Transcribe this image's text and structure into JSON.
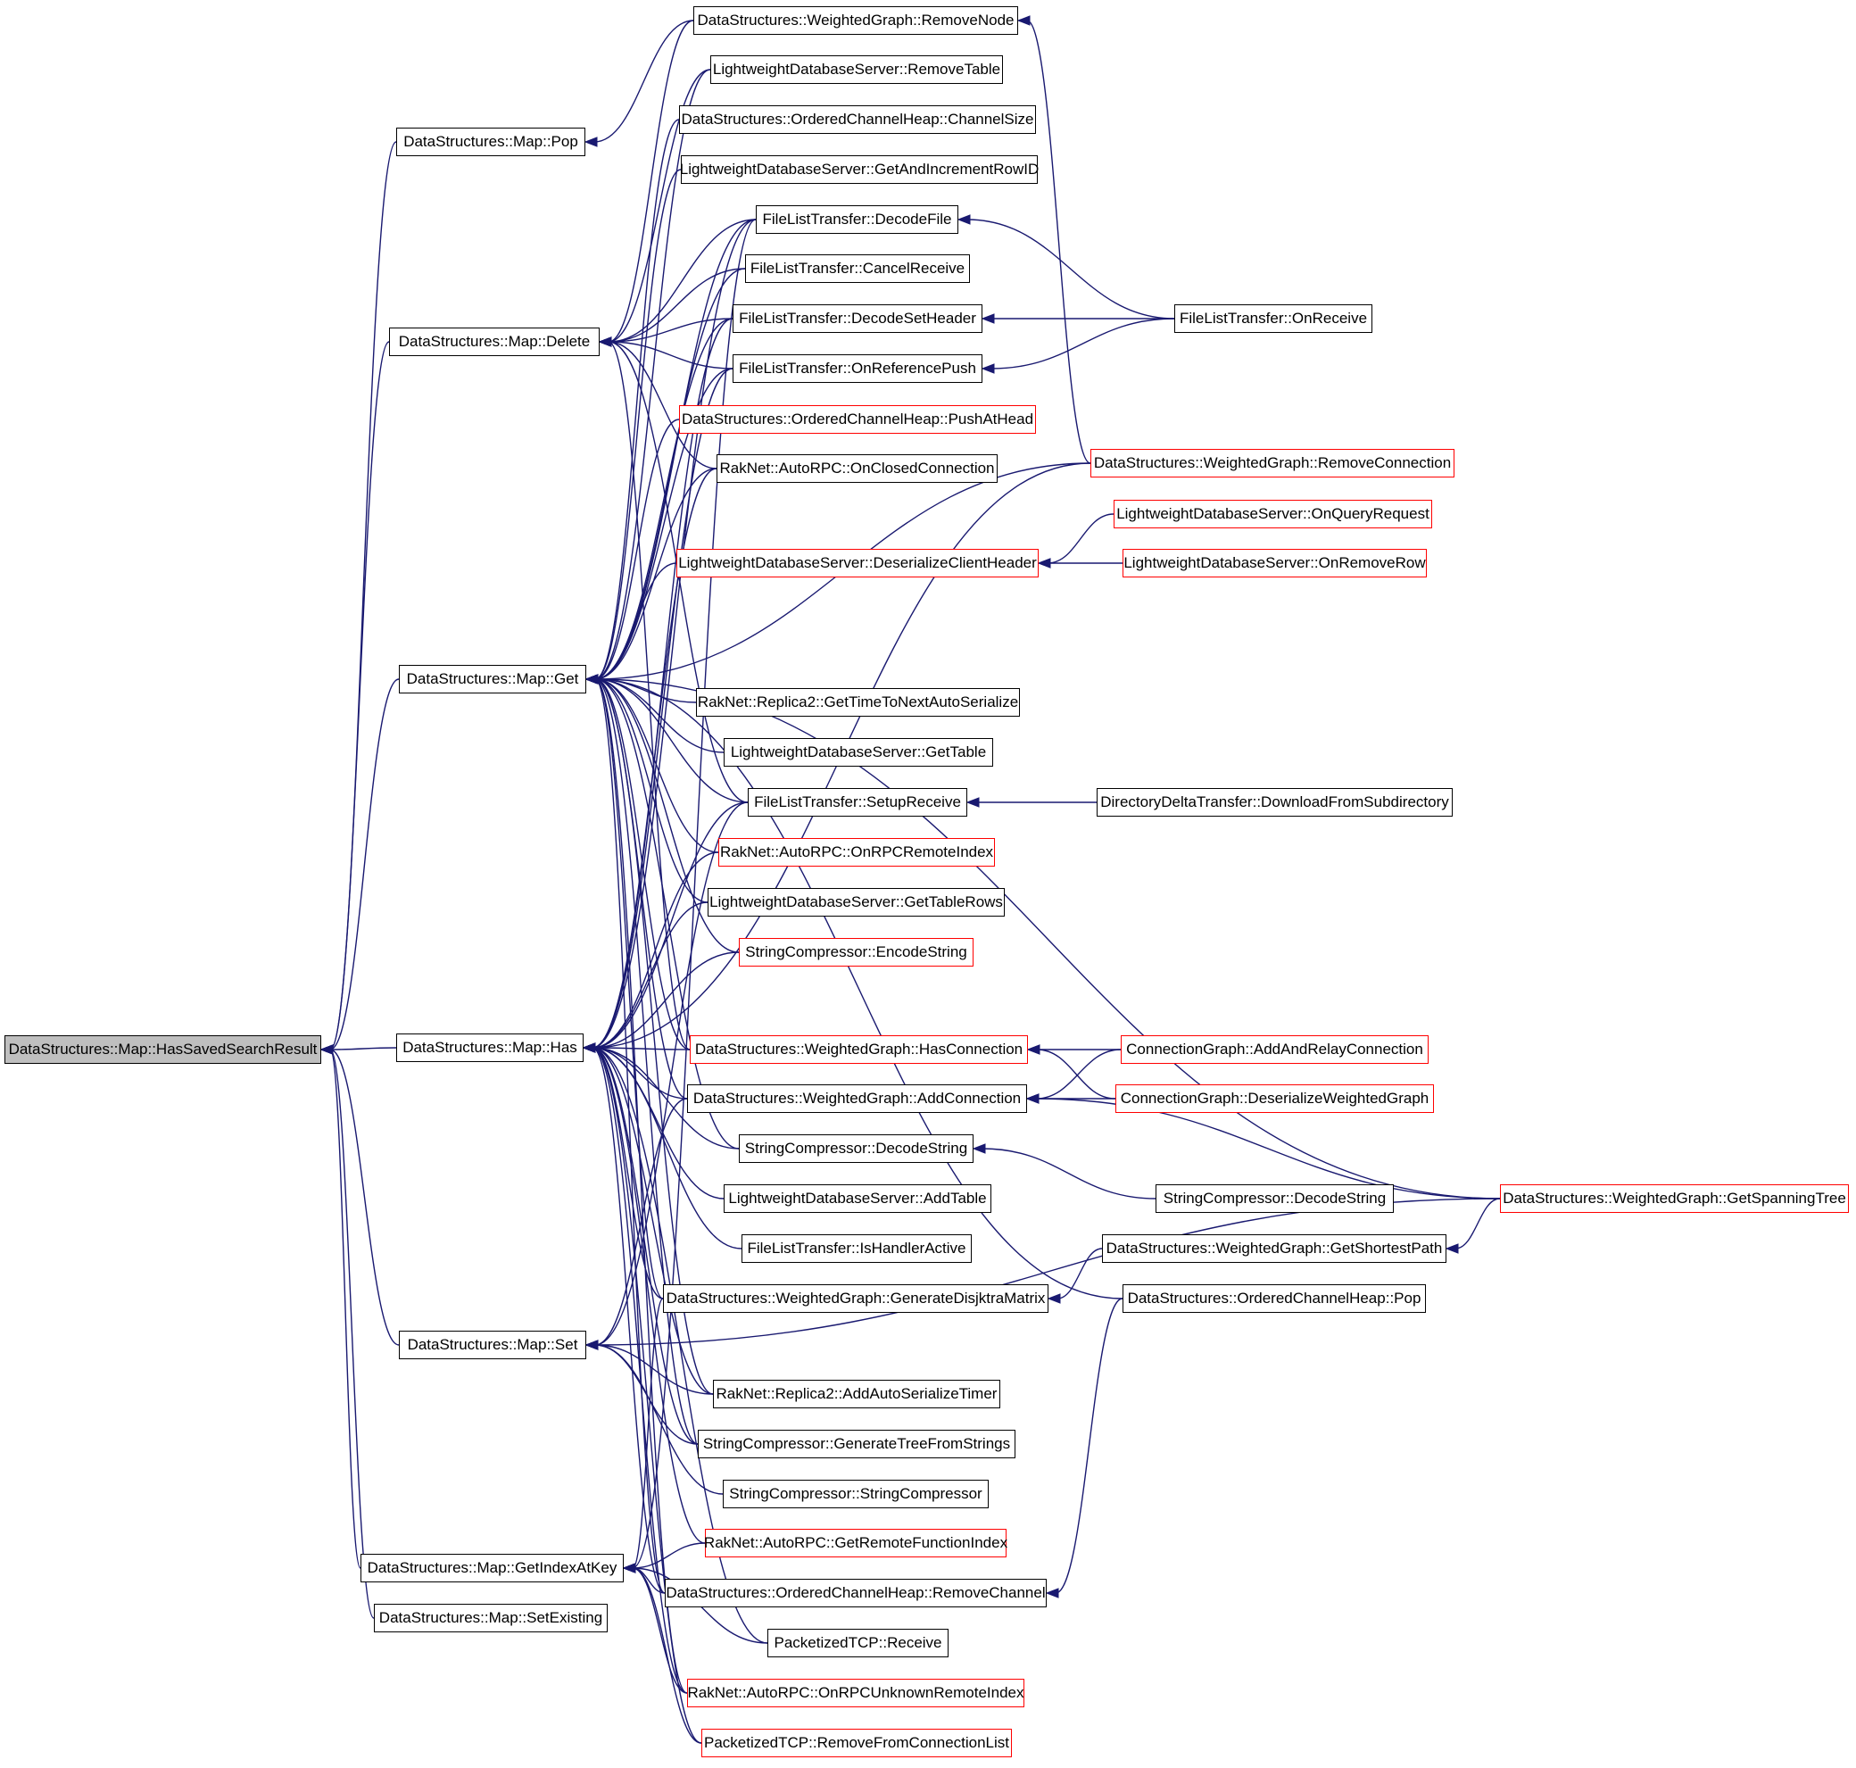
{
  "colors": {
    "edge": "#191970",
    "node_border": "#000000",
    "truncated_border": "#ff0000",
    "focus_fill": "#bfbfbf"
  },
  "nodes": [
    {
      "id": "hsr",
      "label": "DataStructures::Map::HasSavedSearchResult",
      "focus": true
    },
    {
      "id": "pop",
      "label": "DataStructures::Map::Pop"
    },
    {
      "id": "del",
      "label": "DataStructures::Map::Delete"
    },
    {
      "id": "get",
      "label": "DataStructures::Map::Get"
    },
    {
      "id": "has",
      "label": "DataStructures::Map::Has"
    },
    {
      "id": "set",
      "label": "DataStructures::Map::Set"
    },
    {
      "id": "giak",
      "label": "DataStructures::Map::GetIndexAtKey"
    },
    {
      "id": "sete",
      "label": "DataStructures::Map::SetExisting"
    },
    {
      "id": "wg_rn",
      "label": "DataStructures::WeightedGraph::RemoveNode"
    },
    {
      "id": "lds_rt",
      "label": "LightweightDatabaseServer::RemoveTable"
    },
    {
      "id": "och_cs",
      "label": "DataStructures::OrderedChannelHeap::ChannelSize"
    },
    {
      "id": "lds_gair",
      "label": "LightweightDatabaseServer::GetAndIncrementRowID"
    },
    {
      "id": "flt_df",
      "label": "FileListTransfer::DecodeFile"
    },
    {
      "id": "flt_cr",
      "label": "FileListTransfer::CancelReceive"
    },
    {
      "id": "flt_dsh",
      "label": "FileListTransfer::DecodeSetHeader"
    },
    {
      "id": "flt_orp",
      "label": "FileListTransfer::OnReferencePush"
    },
    {
      "id": "och_pah",
      "label": "DataStructures::OrderedChannelHeap::PushAtHead",
      "truncated": true
    },
    {
      "id": "arpc_occ",
      "label": "RakNet::AutoRPC::OnClosedConnection"
    },
    {
      "id": "lds_dch",
      "label": "LightweightDatabaseServer::DeserializeClientHeader",
      "truncated": true
    },
    {
      "id": "rep_gttnas",
      "label": "RakNet::Replica2::GetTimeToNextAutoSerialize"
    },
    {
      "id": "lds_gt",
      "label": "LightweightDatabaseServer::GetTable"
    },
    {
      "id": "flt_sr",
      "label": "FileListTransfer::SetupReceive"
    },
    {
      "id": "arpc_orri",
      "label": "RakNet::AutoRPC::OnRPCRemoteIndex",
      "truncated": true
    },
    {
      "id": "lds_gtr",
      "label": "LightweightDatabaseServer::GetTableRows"
    },
    {
      "id": "sc_es",
      "label": "StringCompressor::EncodeString",
      "truncated": true
    },
    {
      "id": "wg_hc",
      "label": "DataStructures::WeightedGraph::HasConnection",
      "truncated": true
    },
    {
      "id": "wg_ac",
      "label": "DataStructures::WeightedGraph::AddConnection"
    },
    {
      "id": "sc_ds",
      "label": "StringCompressor::DecodeString"
    },
    {
      "id": "lds_at",
      "label": "LightweightDatabaseServer::AddTable"
    },
    {
      "id": "flt_iha",
      "label": "FileListTransfer::IsHandlerActive"
    },
    {
      "id": "wg_gdm",
      "label": "DataStructures::WeightedGraph::GenerateDisjktraMatrix"
    },
    {
      "id": "rep_aast",
      "label": "RakNet::Replica2::AddAutoSerializeTimer"
    },
    {
      "id": "sc_gtfs",
      "label": "StringCompressor::GenerateTreeFromStrings"
    },
    {
      "id": "sc_sc",
      "label": "StringCompressor::StringCompressor"
    },
    {
      "id": "arpc_grfi",
      "label": "RakNet::AutoRPC::GetRemoteFunctionIndex",
      "truncated": true
    },
    {
      "id": "och_rc",
      "label": "DataStructures::OrderedChannelHeap::RemoveChannel"
    },
    {
      "id": "ptcp_r",
      "label": "PacketizedTCP::Receive"
    },
    {
      "id": "arpc_orur",
      "label": "RakNet::AutoRPC::OnRPCUnknownRemoteIndex",
      "truncated": true
    },
    {
      "id": "ptcp_rfcl",
      "label": "PacketizedTCP::RemoveFromConnectionList",
      "truncated": true
    },
    {
      "id": "flt_or",
      "label": "FileListTransfer::OnReceive"
    },
    {
      "id": "wg_rc",
      "label": "DataStructures::WeightedGraph::RemoveConnection",
      "truncated": true
    },
    {
      "id": "lds_oqr",
      "label": "LightweightDatabaseServer::OnQueryRequest",
      "truncated": true
    },
    {
      "id": "lds_orr",
      "label": "LightweightDatabaseServer::OnRemoveRow",
      "truncated": true
    },
    {
      "id": "ddt_dfs",
      "label": "DirectoryDeltaTransfer::DownloadFromSubdirectory"
    },
    {
      "id": "cg_aarc",
      "label": "ConnectionGraph::AddAndRelayConnection",
      "truncated": true
    },
    {
      "id": "cg_dwg",
      "label": "ConnectionGraph::DeserializeWeightedGraph",
      "truncated": true
    },
    {
      "id": "sc_ds2",
      "label": "StringCompressor::DecodeString"
    },
    {
      "id": "wg_gsp",
      "label": "DataStructures::WeightedGraph::GetShortestPath"
    },
    {
      "id": "och_pop",
      "label": "DataStructures::OrderedChannelHeap::Pop"
    },
    {
      "id": "wg_gst",
      "label": "DataStructures::WeightedGraph::GetSpanningTree",
      "truncated": true
    }
  ],
  "edges": [
    [
      "hsr",
      "pop"
    ],
    [
      "hsr",
      "del"
    ],
    [
      "hsr",
      "get"
    ],
    [
      "hsr",
      "has"
    ],
    [
      "hsr",
      "set"
    ],
    [
      "hsr",
      "giak"
    ],
    [
      "hsr",
      "sete"
    ],
    [
      "pop",
      "wg_rn"
    ],
    [
      "del",
      "wg_rn"
    ],
    [
      "del",
      "lds_rt"
    ],
    [
      "del",
      "flt_df"
    ],
    [
      "del",
      "flt_cr"
    ],
    [
      "del",
      "flt_dsh"
    ],
    [
      "del",
      "flt_orp"
    ],
    [
      "del",
      "arpc_occ"
    ],
    [
      "del",
      "flt_sr"
    ],
    [
      "del",
      "wg_hc"
    ],
    [
      "get",
      "lds_rt"
    ],
    [
      "get",
      "och_cs"
    ],
    [
      "get",
      "lds_gair"
    ],
    [
      "get",
      "flt_df"
    ],
    [
      "get",
      "flt_cr"
    ],
    [
      "get",
      "flt_dsh"
    ],
    [
      "get",
      "flt_orp"
    ],
    [
      "get",
      "och_pah"
    ],
    [
      "get",
      "arpc_occ"
    ],
    [
      "get",
      "lds_dch"
    ],
    [
      "get",
      "rep_gttnas"
    ],
    [
      "get",
      "lds_gt"
    ],
    [
      "get",
      "flt_sr"
    ],
    [
      "get",
      "arpc_orri"
    ],
    [
      "get",
      "lds_gtr"
    ],
    [
      "get",
      "sc_es"
    ],
    [
      "get",
      "wg_hc"
    ],
    [
      "get",
      "wg_ac"
    ],
    [
      "get",
      "sc_ds"
    ],
    [
      "get",
      "wg_gdm"
    ],
    [
      "get",
      "rep_aast"
    ],
    [
      "get",
      "sc_gtfs"
    ],
    [
      "get",
      "och_rc"
    ],
    [
      "get",
      "arpc_orur"
    ],
    [
      "get",
      "wg_rc"
    ],
    [
      "get",
      "wg_gst"
    ],
    [
      "get",
      "och_pop"
    ],
    [
      "has",
      "flt_df"
    ],
    [
      "has",
      "flt_dsh"
    ],
    [
      "has",
      "flt_orp"
    ],
    [
      "has",
      "arpc_occ"
    ],
    [
      "has",
      "flt_sr"
    ],
    [
      "has",
      "arpc_orri"
    ],
    [
      "has",
      "lds_gtr"
    ],
    [
      "has",
      "sc_es"
    ],
    [
      "has",
      "wg_hc"
    ],
    [
      "has",
      "wg_ac"
    ],
    [
      "has",
      "sc_ds"
    ],
    [
      "has",
      "lds_at"
    ],
    [
      "has",
      "flt_iha"
    ],
    [
      "has",
      "wg_gdm"
    ],
    [
      "has",
      "rep_aast"
    ],
    [
      "has",
      "sc_gtfs"
    ],
    [
      "has",
      "arpc_grfi"
    ],
    [
      "has",
      "och_rc"
    ],
    [
      "has",
      "ptcp_r"
    ],
    [
      "has",
      "arpc_orur"
    ],
    [
      "has",
      "ptcp_rfcl"
    ],
    [
      "has",
      "wg_rc"
    ],
    [
      "set",
      "flt_sr"
    ],
    [
      "set",
      "wg_ac"
    ],
    [
      "set",
      "rep_aast"
    ],
    [
      "set",
      "sc_gtfs"
    ],
    [
      "set",
      "sc_sc"
    ],
    [
      "set",
      "wg_gst"
    ],
    [
      "giak",
      "wg_gdm"
    ],
    [
      "giak",
      "arpc_grfi"
    ],
    [
      "giak",
      "och_rc"
    ],
    [
      "giak",
      "ptcp_r"
    ],
    [
      "giak",
      "arpc_orur"
    ],
    [
      "giak",
      "ptcp_rfcl"
    ],
    [
      "giak",
      "flt_df"
    ],
    [
      "wg_rn",
      "wg_rc"
    ],
    [
      "flt_df",
      "flt_or"
    ],
    [
      "flt_dsh",
      "flt_or"
    ],
    [
      "flt_orp",
      "flt_or"
    ],
    [
      "lds_dch",
      "lds_oqr"
    ],
    [
      "lds_dch",
      "lds_orr"
    ],
    [
      "flt_sr",
      "ddt_dfs"
    ],
    [
      "wg_hc",
      "cg_aarc"
    ],
    [
      "wg_hc",
      "cg_dwg"
    ],
    [
      "wg_ac",
      "cg_aarc"
    ],
    [
      "wg_ac",
      "cg_dwg"
    ],
    [
      "wg_ac",
      "wg_gst"
    ],
    [
      "sc_ds",
      "sc_ds2"
    ],
    [
      "wg_gdm",
      "wg_gsp"
    ],
    [
      "wg_gsp",
      "wg_gst"
    ],
    [
      "och_rc",
      "och_pop"
    ]
  ]
}
